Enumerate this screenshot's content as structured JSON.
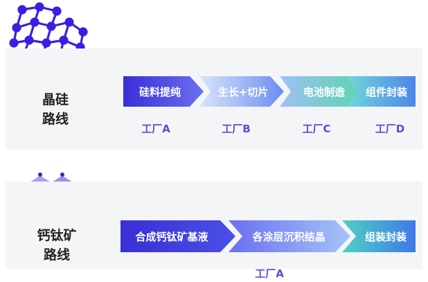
{
  "silicon_route": {
    "label_line1": "晶硅",
    "label_line2": "路线",
    "steps": [
      "硅料提纯",
      "生长+切片",
      "电池制造",
      "组件封装"
    ],
    "factories": [
      "工厂A",
      "工厂B",
      "工厂C",
      "工厂D"
    ]
  },
  "perovskite_route": {
    "label_line1": "钙钛矿",
    "label_line2": "路线",
    "steps": [
      "合成钙钛矿基液",
      "各涂层沉积结晶",
      "组装封装"
    ],
    "factory": "工厂A"
  },
  "colors": {
    "arrow_start": "#3a2fd8",
    "arrow_mid": "#6f8df0",
    "arrow_light": "#a9c6f7",
    "arrow_green": "#59d6a8",
    "factory_text": "#5a4bd6",
    "crystal": "#3b1fe0"
  }
}
